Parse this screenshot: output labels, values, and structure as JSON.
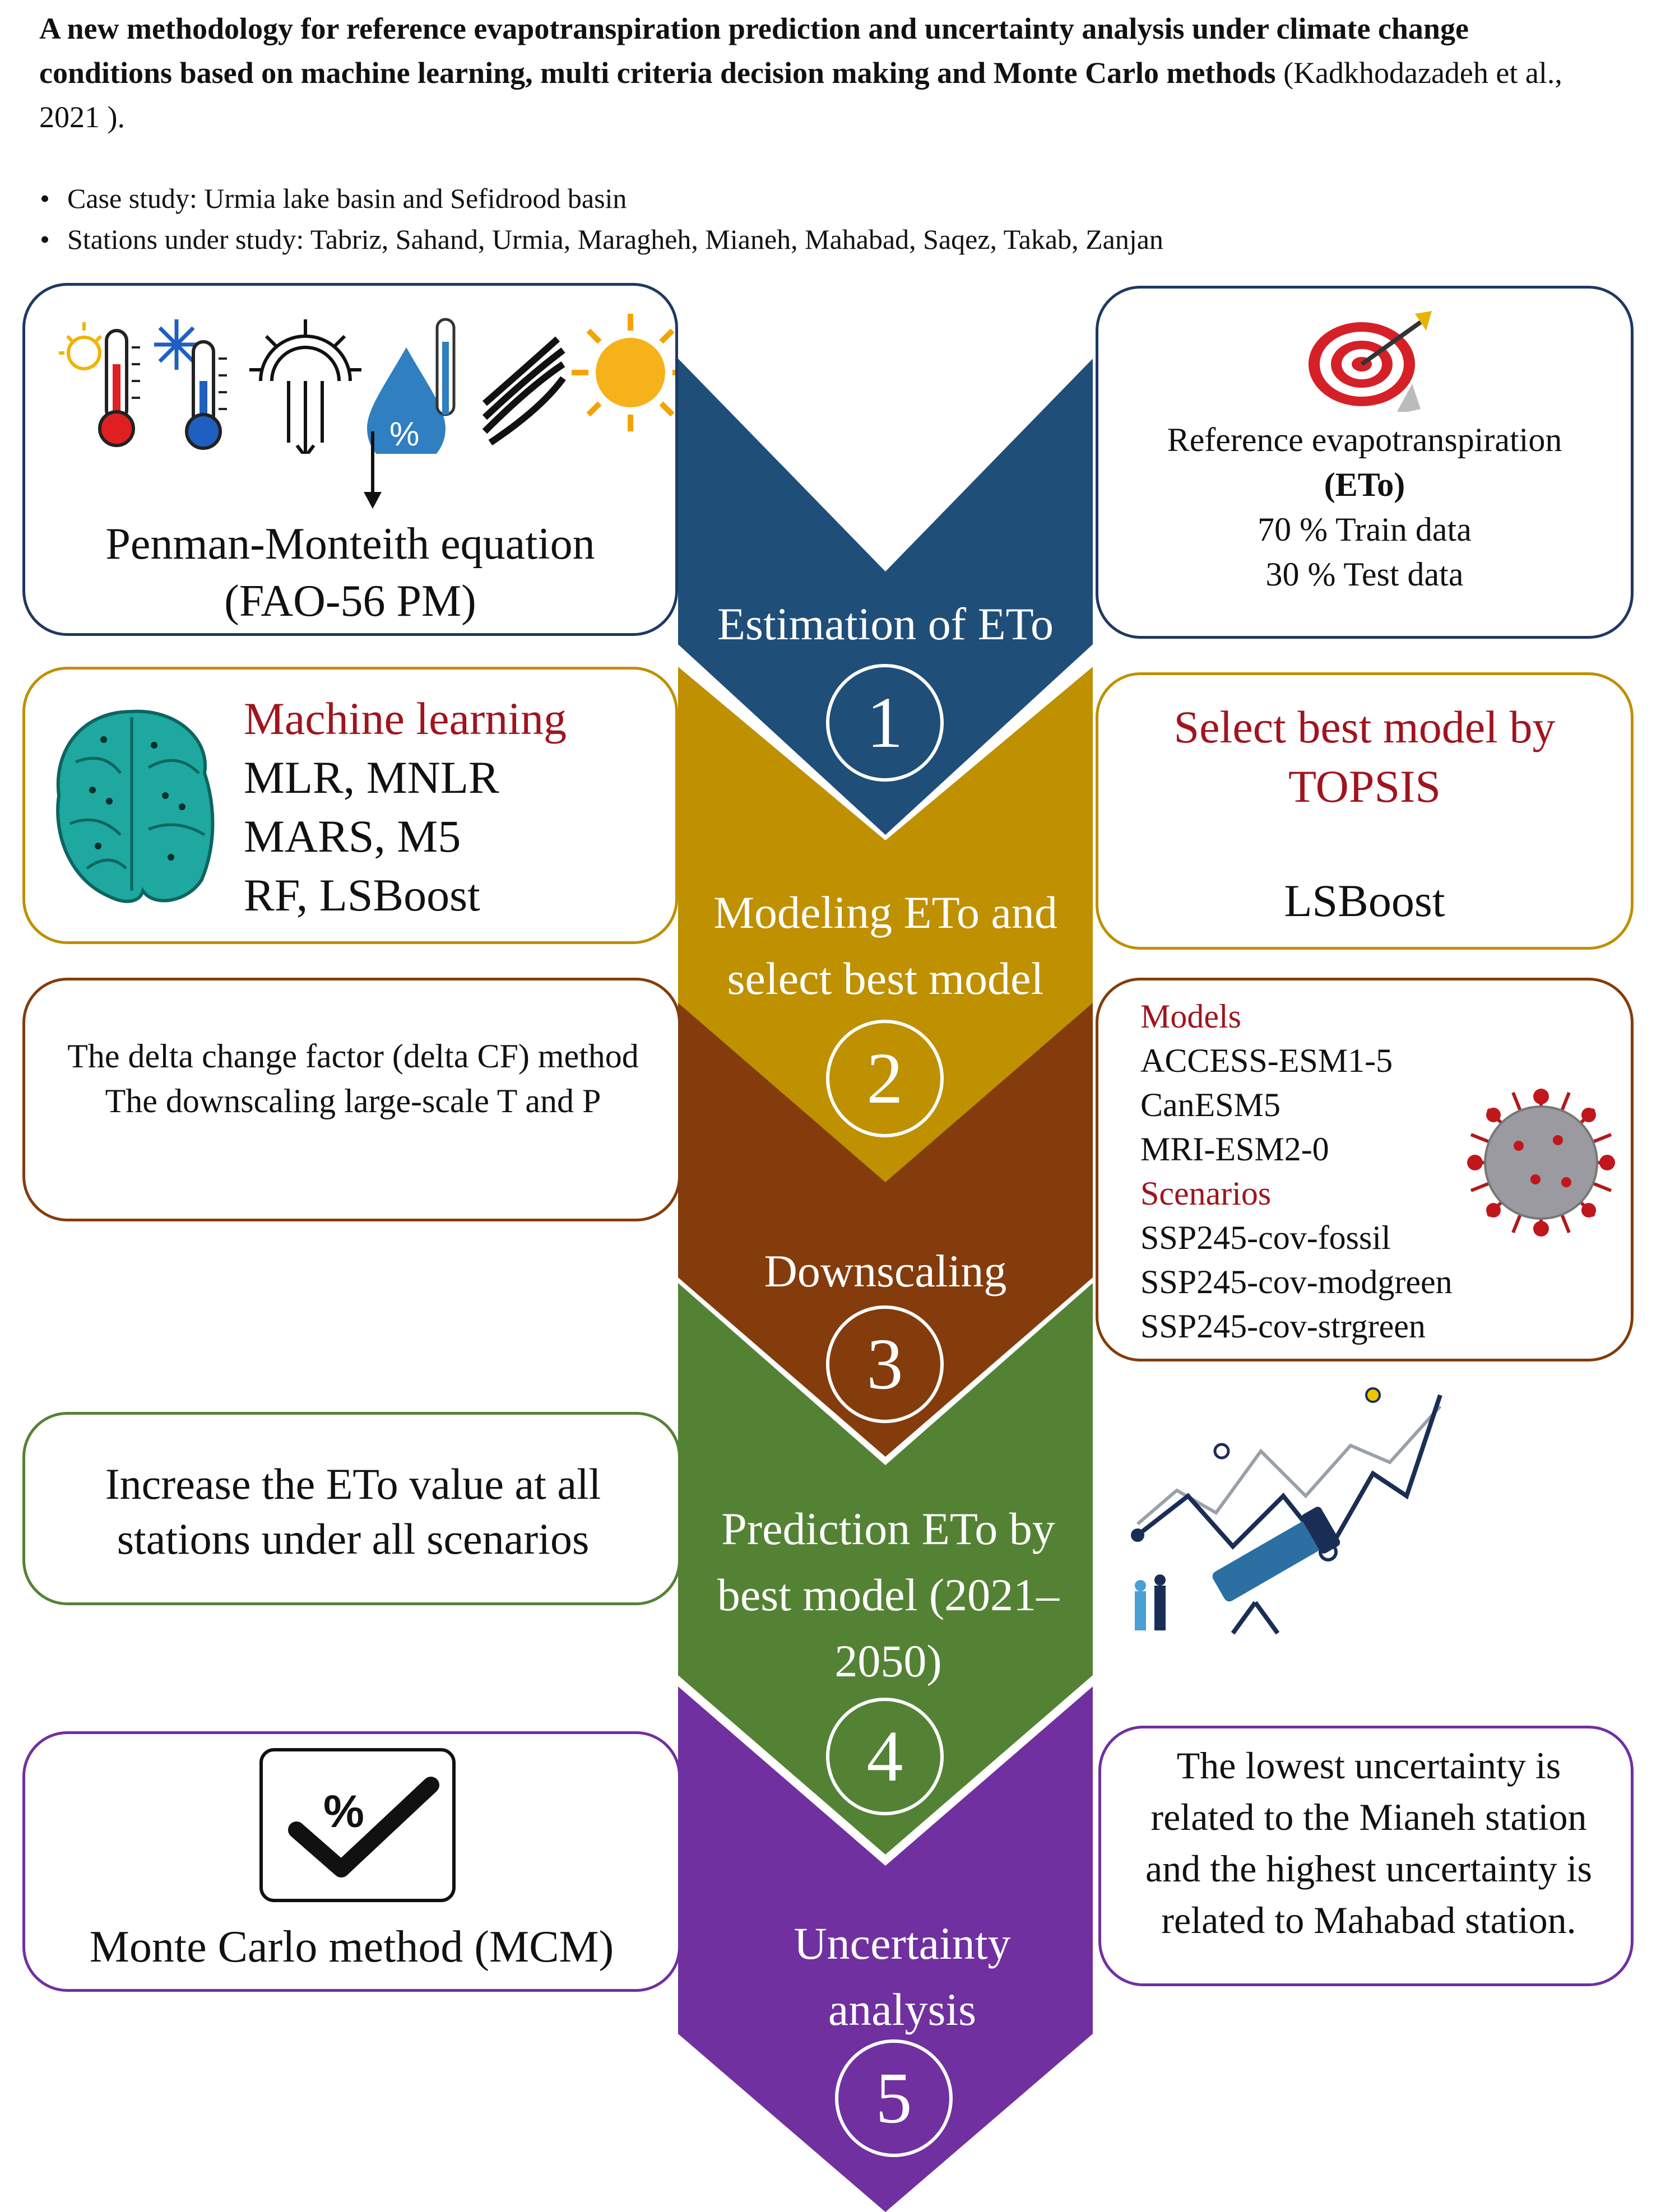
{
  "header": {
    "title_bold": "A new methodology for reference evapotranspiration prediction and uncertainty analysis under climate change conditions based on machine learning, multi criteria decision making and Monte Carlo methods",
    "title_citation": " (Kadkhodazadeh et al., 2021 ).",
    "bullets": [
      "Case study: Urmia lake basin and Sefidrood basin",
      "Stations under study: Tabriz, Sahand, Urmia, Maragheh, Mianeh, Mahabad, Saqez, Takab, Zanjan"
    ]
  },
  "steps": [
    {
      "label": "Estimation of ETo",
      "number": "1",
      "color": "#1f4e79"
    },
    {
      "label": "Modeling ETo and select best model",
      "number": "2",
      "color": "#bf9000"
    },
    {
      "label": "Downscaling",
      "number": "3",
      "color": "#843c0c"
    },
    {
      "label": "Prediction ETo by best model (2021–2050)",
      "number": "4",
      "color": "#548235"
    },
    {
      "label": "Uncertainty analysis",
      "number": "5",
      "color": "#7030a0"
    }
  ],
  "left_boxes": {
    "penman": {
      "line1": "Penman-Monteith equation",
      "line2": "(FAO-56 PM)"
    },
    "ml": {
      "heading": "Machine learning",
      "lines": [
        "MLR, MNLR",
        "MARS, M5",
        "RF, LSBoost"
      ]
    },
    "delta": {
      "text": "The delta change factor (delta CF) method The downscaling large-scale T and P"
    },
    "increase": {
      "text": "Increase the ETo value at all stations under all scenarios"
    },
    "mcm": {
      "text": "Monte Carlo method (MCM)",
      "icon_text": "%"
    }
  },
  "right_boxes": {
    "eto": {
      "line1": "Reference evapotranspiration",
      "line2": "(ETo)",
      "line3": "70 % Train data",
      "line4": "30 % Test data"
    },
    "topsis": {
      "heading": "Select best model by TOPSIS",
      "result": "LSBoost"
    },
    "models": {
      "models_heading": "Models",
      "models": [
        "ACCESS-ESM1-5",
        "CanESM5",
        "MRI-ESM2-0"
      ],
      "scenarios_heading": "Scenarios",
      "scenarios": [
        "SSP245-cov-fossil",
        "SSP245-cov-modgreen",
        "SSP245-cov-strgreen"
      ]
    },
    "uncertainty": {
      "text": "The lowest uncertainty is related to the Mianeh station and the highest uncertainty is related to Mahabad station."
    }
  },
  "icons": {
    "weather": [
      "thermometer-sun-icon",
      "thermometer-snow-icon",
      "sun-radiation-icon",
      "humidity-icon",
      "wind-icon",
      "sun-icon"
    ],
    "target": "target-icon",
    "brain": "brain-icon",
    "virus": "virus-icon",
    "telescope_chart": "telescope-chart-icon",
    "checkmark": "checkmark-percent-icon"
  }
}
